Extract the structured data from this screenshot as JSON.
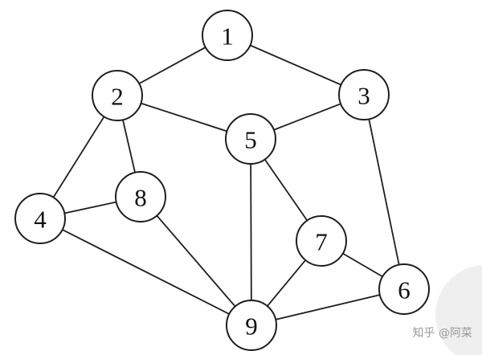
{
  "nodes": [
    {
      "id": "1",
      "label": "1"
    },
    {
      "id": "2",
      "label": "2"
    },
    {
      "id": "3",
      "label": "3"
    },
    {
      "id": "4",
      "label": "4"
    },
    {
      "id": "5",
      "label": "5"
    },
    {
      "id": "6",
      "label": "6"
    },
    {
      "id": "7",
      "label": "7"
    },
    {
      "id": "8",
      "label": "8"
    },
    {
      "id": "9",
      "label": "9"
    }
  ],
  "edges": [
    [
      "1",
      "2"
    ],
    [
      "1",
      "3"
    ],
    [
      "2",
      "5"
    ],
    [
      "3",
      "5"
    ],
    [
      "2",
      "4"
    ],
    [
      "2",
      "8"
    ],
    [
      "4",
      "8"
    ],
    [
      "4",
      "9"
    ],
    [
      "8",
      "9"
    ],
    [
      "5",
      "9"
    ],
    [
      "5",
      "7"
    ],
    [
      "3",
      "6"
    ],
    [
      "7",
      "9"
    ],
    [
      "7",
      "6"
    ],
    [
      "9",
      "6"
    ]
  ],
  "colors": {
    "stroke": "#1e1e1e",
    "background": "#ffffff",
    "watermark": "#9a9a9a"
  },
  "watermark": {
    "text": "知乎 @阿菜"
  }
}
